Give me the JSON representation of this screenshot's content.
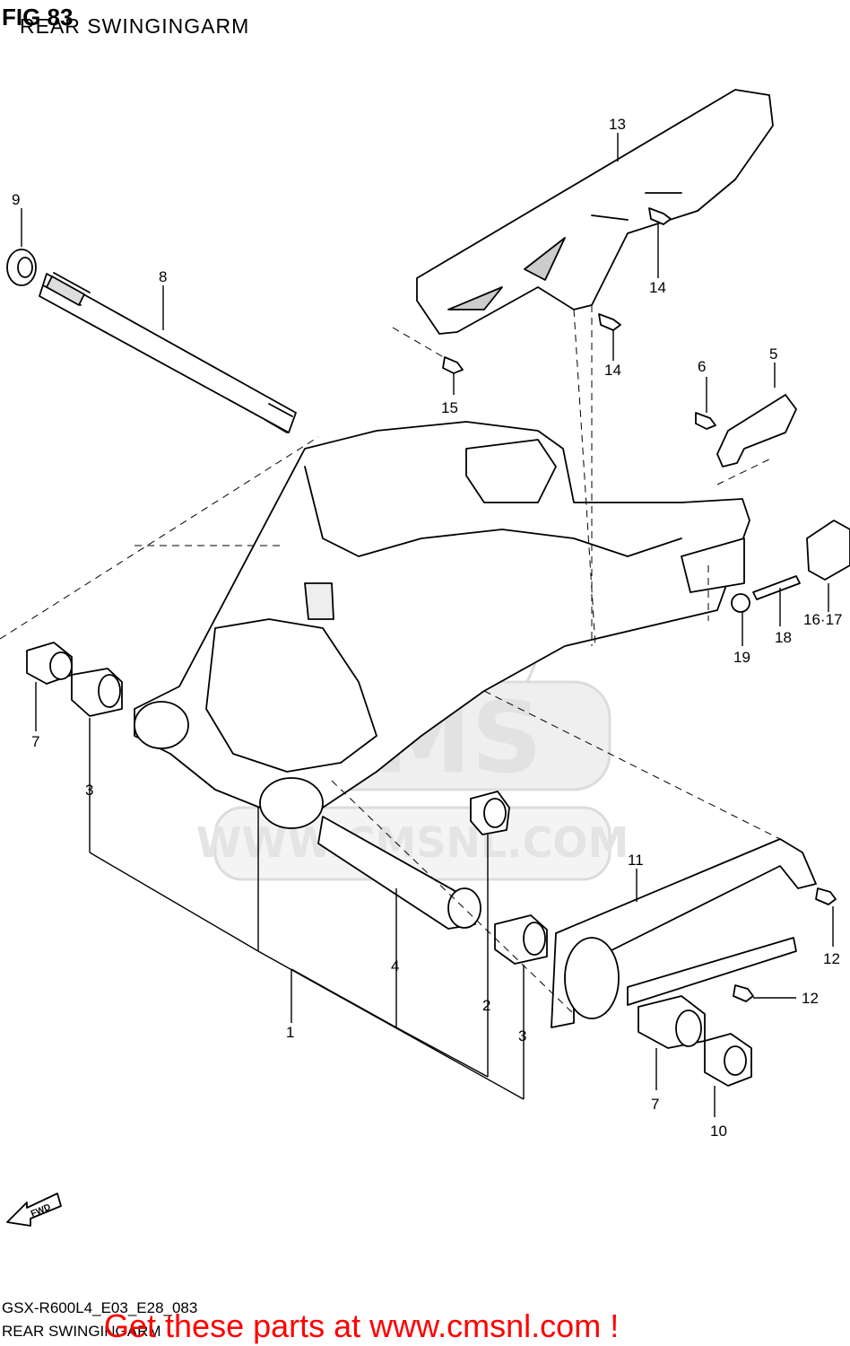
{
  "header": {
    "fig_label": "FIG 83",
    "title": "REAR SWINGINGARM"
  },
  "footer": {
    "model_code": "GSX-R600L4_E03_E28_083",
    "subtitle": "REAR SWINGINGARM",
    "promo_link": "Get these parts at www.cmsnl.com !"
  },
  "watermark": {
    "brand": "CMS",
    "url": "WWW.CMSNL.COM"
  },
  "direction_arrow": "FWD",
  "callouts": [
    {
      "id": "1",
      "label": "1"
    },
    {
      "id": "2",
      "label": "2"
    },
    {
      "id": "3a",
      "label": "3"
    },
    {
      "id": "3b",
      "label": "3"
    },
    {
      "id": "4",
      "label": "4"
    },
    {
      "id": "5",
      "label": "5"
    },
    {
      "id": "6",
      "label": "6"
    },
    {
      "id": "7a",
      "label": "7"
    },
    {
      "id": "7b",
      "label": "7"
    },
    {
      "id": "8",
      "label": "8"
    },
    {
      "id": "9",
      "label": "9"
    },
    {
      "id": "10",
      "label": "10"
    },
    {
      "id": "11",
      "label": "11"
    },
    {
      "id": "12a",
      "label": "12"
    },
    {
      "id": "12b",
      "label": "12"
    },
    {
      "id": "13",
      "label": "13"
    },
    {
      "id": "14a",
      "label": "14"
    },
    {
      "id": "14b",
      "label": "14"
    },
    {
      "id": "15",
      "label": "15"
    },
    {
      "id": "1617",
      "label": "16·17"
    },
    {
      "id": "18",
      "label": "18"
    },
    {
      "id": "19",
      "label": "19"
    }
  ],
  "colors": {
    "line": "#000000",
    "promo": "#ff0000",
    "watermark": "#dcdcdc"
  }
}
